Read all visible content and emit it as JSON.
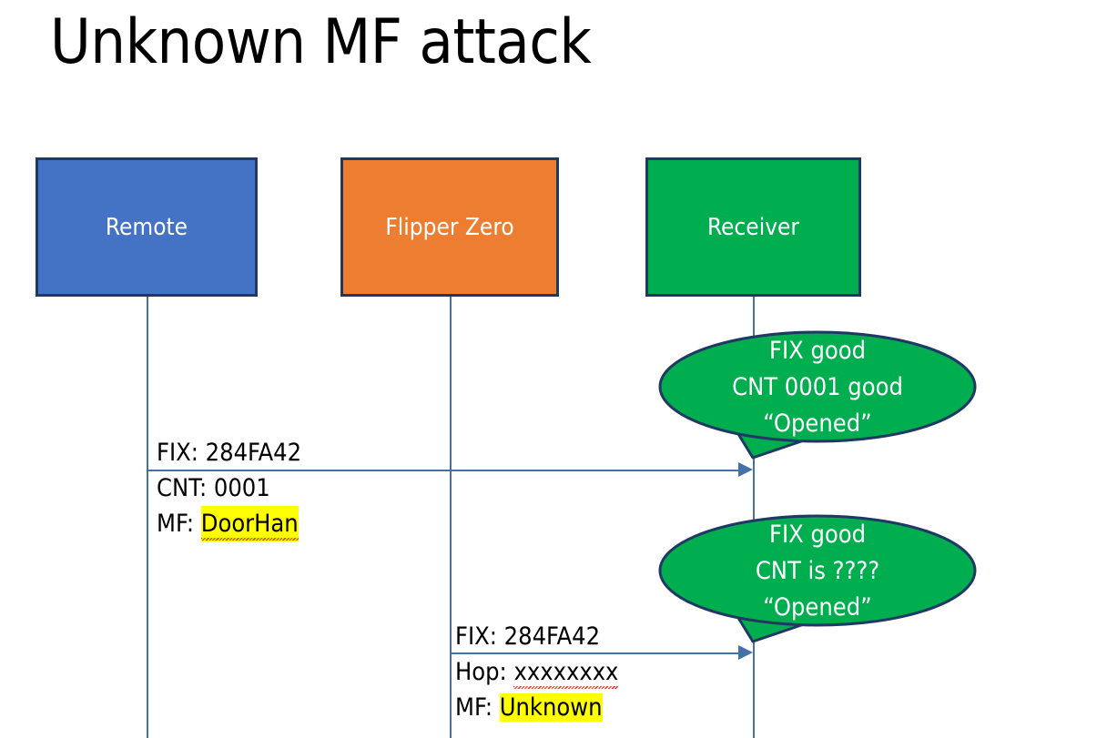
{
  "slide": {
    "title": "Unknown MF attack",
    "background": "#ffffff"
  },
  "colors": {
    "remote_fill": "#4472c4",
    "flipper_fill": "#ed7d31",
    "receiver_fill": "#00ad4f",
    "box_border": "#1f3864",
    "lifeline": "#4472a8",
    "arrow": "#4472a8",
    "highlight": "#ffff00",
    "bubble_fill": "#00ad4f",
    "bubble_border": "#1f3864",
    "text_dark": "#000000",
    "text_light": "#ffffff"
  },
  "actors": [
    {
      "id": "remote",
      "label": "Remote"
    },
    {
      "id": "flipper",
      "label": "Flipper Zero"
    },
    {
      "id": "receiver",
      "label": "Receiver"
    }
  ],
  "messages": [
    {
      "id": "msg-1",
      "from": "remote",
      "to": "receiver",
      "lines": [
        {
          "label": "FIX: ",
          "value": "284FA42",
          "highlight": false,
          "spellcheck_error": false
        },
        {
          "label": "CNT: ",
          "value": "0001",
          "highlight": false,
          "spellcheck_error": false
        },
        {
          "label": "MF: ",
          "value": "DoorHan",
          "highlight": true,
          "spellcheck_error": true
        }
      ]
    },
    {
      "id": "msg-2",
      "from": "flipper",
      "to": "receiver",
      "lines": [
        {
          "label": "FIX: ",
          "value": "284FA42",
          "highlight": false,
          "spellcheck_error": false
        },
        {
          "label": "Hop: ",
          "value": "xxxxxxxx",
          "highlight": false,
          "spellcheck_error": true
        },
        {
          "label": "MF: ",
          "value": "Unknown",
          "highlight": true,
          "spellcheck_error": false
        }
      ]
    }
  ],
  "bubbles": [
    {
      "id": "bubble-1",
      "owner": "receiver",
      "lines": [
        "FIX good",
        "CNT 0001 good",
        "“Opened”"
      ]
    },
    {
      "id": "bubble-2",
      "owner": "receiver",
      "lines": [
        "FIX good",
        "CNT is ????",
        "“Opened”"
      ]
    }
  ]
}
